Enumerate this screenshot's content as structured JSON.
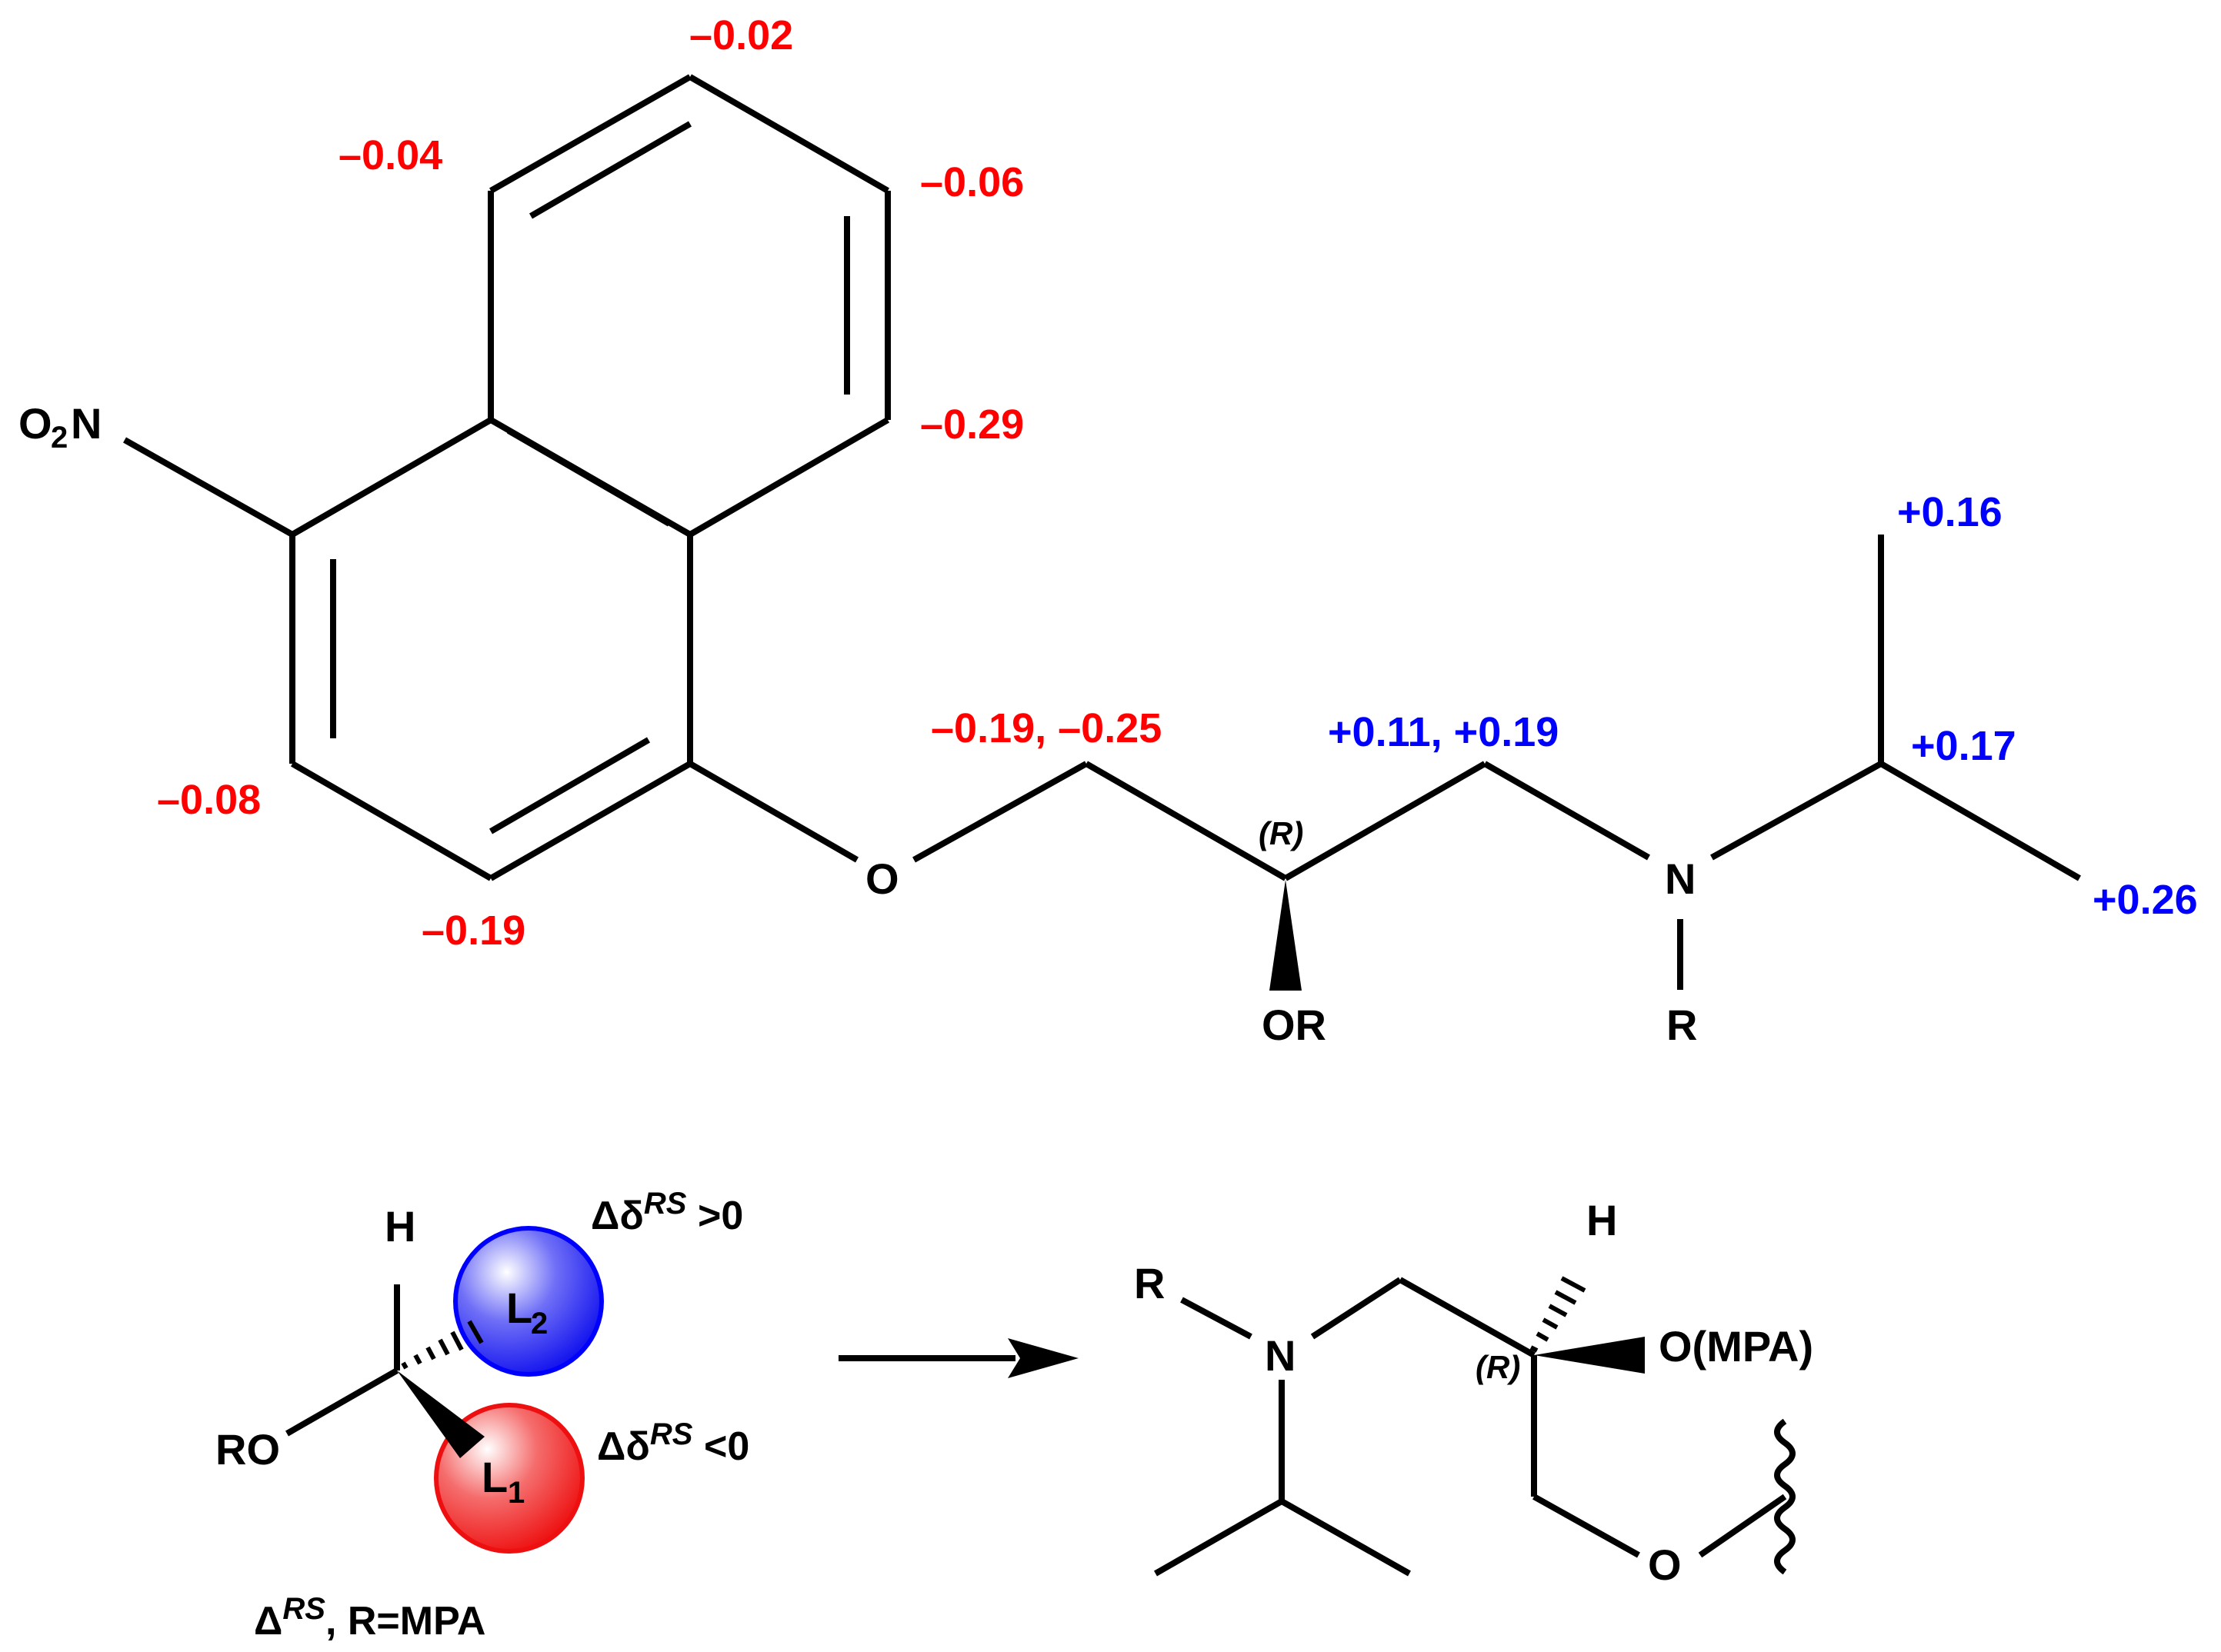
{
  "colors": {
    "negative": "#ff0000",
    "positive": "#0000ff",
    "bond": "#000000"
  },
  "top_structure": {
    "nitro_O": "O",
    "nitro_sub": "2",
    "nitro_N": "N",
    "ether_O": "O",
    "stereo_label": "(R)",
    "or_group": "OR",
    "amine_N": "N",
    "amine_R": "R",
    "shifts": {
      "h_top": "–0.02",
      "h_top_left": "–0.04",
      "h_top_right": "–0.06",
      "h_right": "–0.29",
      "h_left": "–0.08",
      "h_bottom": "–0.19",
      "ch2_o": "–0.19, –0.25",
      "ch2_n": "+0.11, +0.19",
      "ch3_top": "+0.16",
      "ch_iso": "+0.17",
      "ch3_right": "+0.26"
    }
  },
  "model": {
    "H": "H",
    "RO": "RO",
    "L2": "L",
    "L2_sub": "2",
    "L1": "L",
    "L1_sub": "1",
    "delta_pos_prefix": "Δδ",
    "delta_pos_sup": "RS",
    "delta_pos_suffix": " >0",
    "delta_neg_prefix": "Δδ",
    "delta_neg_sup": "RS",
    "delta_neg_suffix": " <0",
    "caption_prefix": "Δ",
    "caption_sup": "RS",
    "caption_suffix": ", R=MPA"
  },
  "product": {
    "R": "R",
    "N": "N",
    "H": "H",
    "stereo_label": "(R)",
    "ompa": "O(MPA)",
    "O": "O"
  }
}
